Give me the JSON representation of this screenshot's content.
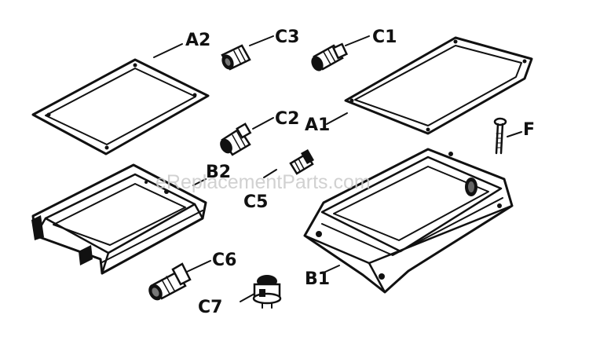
{
  "watermark": "eReplacementParts.com",
  "labels": {
    "a1": "A1",
    "a2": "A2",
    "b1": "B1",
    "b2": "B2",
    "c1": "C1",
    "c2": "C2",
    "c3": "C3",
    "c5": "C5",
    "c6": "C6",
    "c7": "C7",
    "f": "F"
  }
}
